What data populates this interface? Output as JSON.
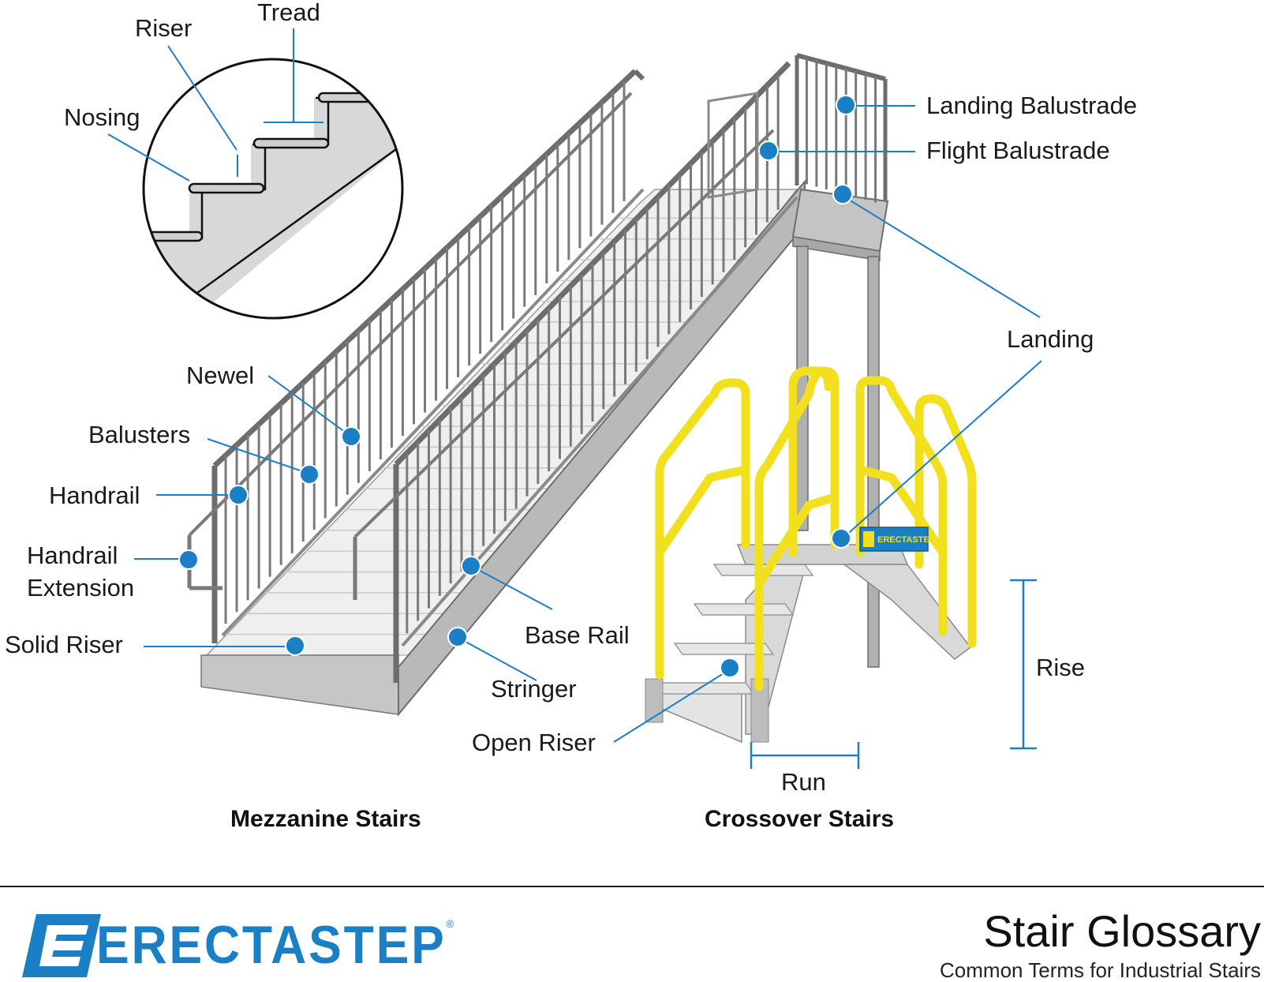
{
  "inset_labels": {
    "riser": "Riser",
    "tread": "Tread",
    "nosing": "Nosing"
  },
  "mezzanine_labels": {
    "newel": "Newel",
    "balusters": "Balusters",
    "handrail": "Handrail",
    "handrail_extension_1": "Handrail",
    "handrail_extension_2": "Extension",
    "solid_riser": "Solid Riser",
    "base_rail": "Base Rail",
    "stringer": "Stringer"
  },
  "crossover_labels": {
    "landing_balustrade": "Landing Balustrade",
    "flight_balustrade": "Flight Balustrade",
    "landing": "Landing",
    "open_riser": "Open Riser",
    "rise": "Rise",
    "run": "Run",
    "product_sign": "ERECTASTEP"
  },
  "captions": {
    "mezzanine": "Mezzanine Stairs",
    "crossover": "Crossover Stairs"
  },
  "footer": {
    "brand": "ERECTASTEP",
    "registered": "®",
    "title": "Stair Glossary",
    "subtitle": "Common Terms for Industrial Stairs"
  },
  "colors": {
    "accent_blue": "#1a7fc4",
    "safety_yellow": "#f2e01f",
    "steel_gray": "#7a7a7a"
  }
}
